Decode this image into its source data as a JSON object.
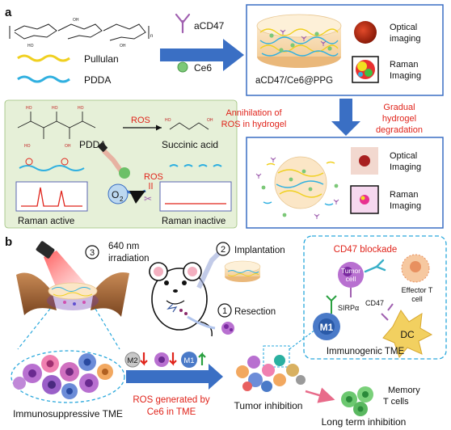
{
  "panel_a": {
    "label": "a",
    "legend": {
      "antibody": "aCD47",
      "pullulan": "Pullulan",
      "pdda": "PDDA",
      "ce6": "Ce6"
    },
    "hydrogel_label": "aCD47/Ce6@PPG",
    "top_imaging": {
      "optical": [
        "Optical",
        "imaging"
      ],
      "raman": [
        "Raman",
        "Imaging"
      ]
    },
    "bottom_imaging": {
      "optical": [
        "Optical",
        "Imaging"
      ],
      "raman": [
        "Raman",
        "Imaging"
      ]
    },
    "annihilation": [
      "Annihilation of",
      "ROS in hydrogel"
    ],
    "degradation": [
      "Gradual",
      "hydrogel",
      "degradation"
    ],
    "reaction": {
      "reactant": "PDDA",
      "arrow_label": "ROS",
      "product": "Succinic acid",
      "o2": "O",
      "o2_sub": "2",
      "ros": "ROS",
      "raman_active": "Raman active",
      "raman_inactive": "Raman inactive"
    }
  },
  "panel_b": {
    "label": "b",
    "step3": "3",
    "irradiation": [
      "640 nm",
      "irradiation"
    ],
    "step2": "2",
    "implantation": "Implantation",
    "step1": "1",
    "resection": "Resection",
    "cd47_blockade": "CD47 blockade",
    "tumor_cell": [
      "Tumor",
      "cell"
    ],
    "effector_cell": [
      "Effector T",
      "cell"
    ],
    "cd47": "CD47",
    "sirpa": "SIRPα",
    "m1_cell": "M1",
    "dc_cell": "DC",
    "immunogenic_tme": "Immunogenic TME",
    "m2_badge": "M2",
    "m1_badge": "M1",
    "ros_generated": [
      "ROS generated by",
      "Ce6 in TME"
    ],
    "immunosuppressive": "Immunosuppressive TME",
    "tumor_inhibition": "Tumor inhibition",
    "memory": [
      "Memory",
      "T cells"
    ],
    "long_term": "Long term inhibition"
  },
  "colors": {
    "accent_blue": "#3a6fc4",
    "red_text": "#e0241b",
    "green_panel": "#e6f0d8",
    "cyan": "#2aa8dc"
  }
}
